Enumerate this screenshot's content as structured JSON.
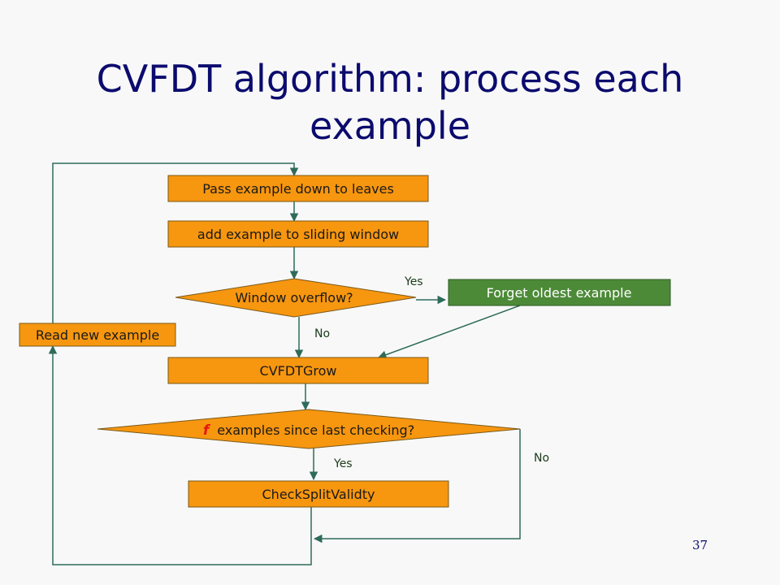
{
  "slide": {
    "title_line1": "CVFDT algorithm: process each",
    "title_line2": "example",
    "page_number": "37"
  },
  "nodes": {
    "pass": "Pass example down to leaves",
    "add": "add example to sliding window",
    "overflow": "Window overflow?",
    "forget": "Forget oldest example",
    "read": "Read new example",
    "grow": "CVFDTGrow",
    "f_symbol": "f",
    "check_question": "examples since last checking?",
    "checksplit": "CheckSplitValidty"
  },
  "edge_labels": {
    "overflow_yes": "Yes",
    "overflow_no": "No",
    "check_yes": "Yes",
    "check_no": "No"
  },
  "colors": {
    "box_fill": "#f7960f",
    "green_fill": "#4c8a38",
    "line": "#2e6b5a",
    "title": "#0b0b6e",
    "f_color": "#e3170d"
  }
}
